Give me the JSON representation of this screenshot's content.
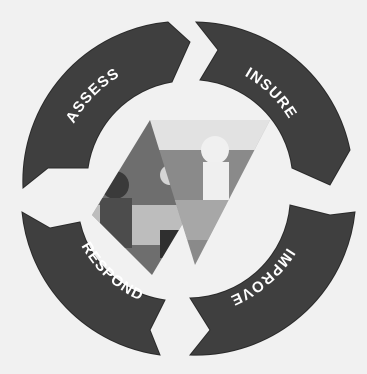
{
  "cycle": {
    "segments": [
      {
        "id": "assess",
        "label": "ASSESS"
      },
      {
        "id": "insure",
        "label": "INSURE"
      },
      {
        "id": "improve",
        "label": "IMPROVE"
      },
      {
        "id": "respond",
        "label": "RESPOND"
      }
    ],
    "photo": {
      "subject": "people meeting around a table"
    },
    "colors": {
      "segment": "#3f3f3f",
      "segment_edge": "#2a2a2a",
      "text": "#ffffff",
      "background": "#f1f1f1"
    }
  }
}
